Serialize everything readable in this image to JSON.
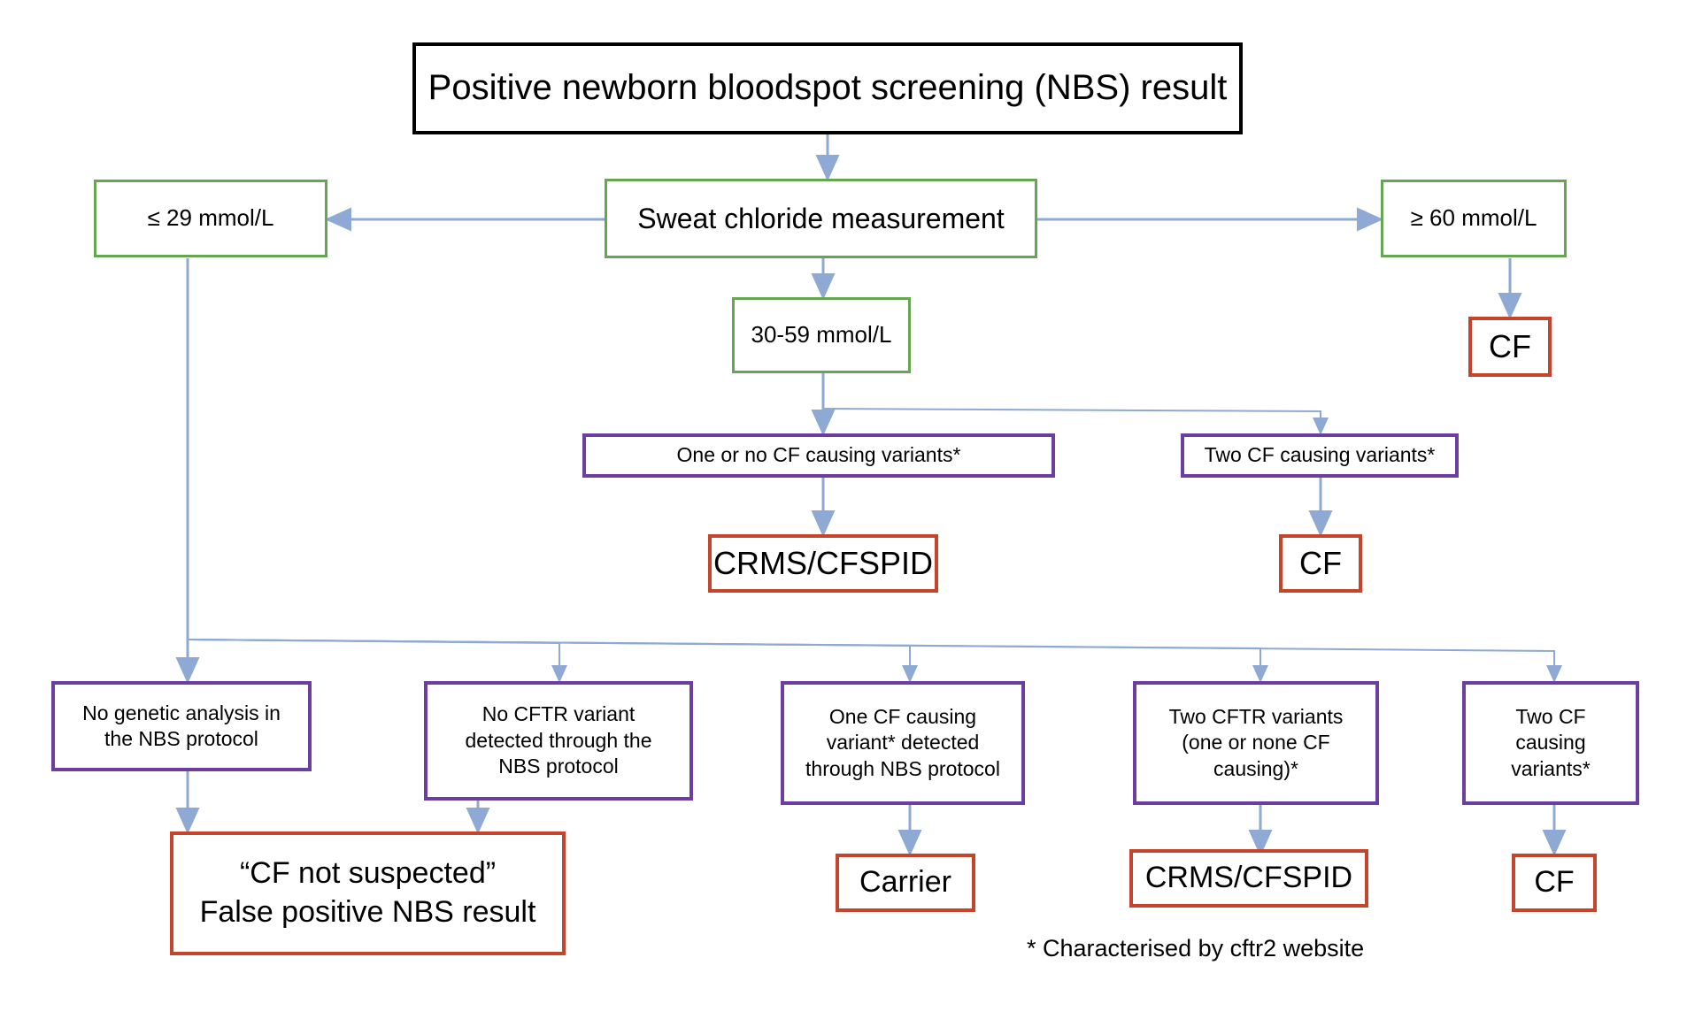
{
  "diagram": {
    "title": "Positive newborn bloodspot screening (NBS) result",
    "footnote": "* Characterised by cftr2 website",
    "colors": {
      "start_border": "#000000",
      "measure_border": "#66a551",
      "genetic_border": "#6c3ea1",
      "outcome_border": "#c4452c",
      "connector": "#8ea9d4",
      "text": "#000000",
      "background": "#ffffff"
    },
    "nodes": {
      "start": "Positive newborn bloodspot screening (NBS) result",
      "sweat_test": "Sweat chloride measurement",
      "sweat_low": "≤ 29 mmol/L",
      "sweat_mid": "30-59 mmol/L",
      "sweat_high": "≥ 60 mmol/L",
      "cf_high": "CF",
      "one_or_no_variants": "One or no CF causing variants*",
      "two_variants_mid": "Two CF causing variants*",
      "crms_mid": "CRMS/CFSPID",
      "cf_mid": "CF",
      "no_genetic_analysis": "No genetic analysis in\nthe NBS protocol",
      "no_cftr_variant": "No CFTR variant\ndetected through the\nNBS protocol",
      "one_cf_variant": "One CF causing\nvariant* detected\nthrough NBS protocol",
      "two_cftr_variants": "Two CFTR variants\n(one or none CF\ncausing)*",
      "two_cf_variants_low": "Two CF\ncausing\nvariants*",
      "false_positive": "“CF not suspected”\nFalse positive NBS result",
      "carrier": "Carrier",
      "crms_low": "CRMS/CFSPID",
      "cf_low": "CF"
    }
  }
}
